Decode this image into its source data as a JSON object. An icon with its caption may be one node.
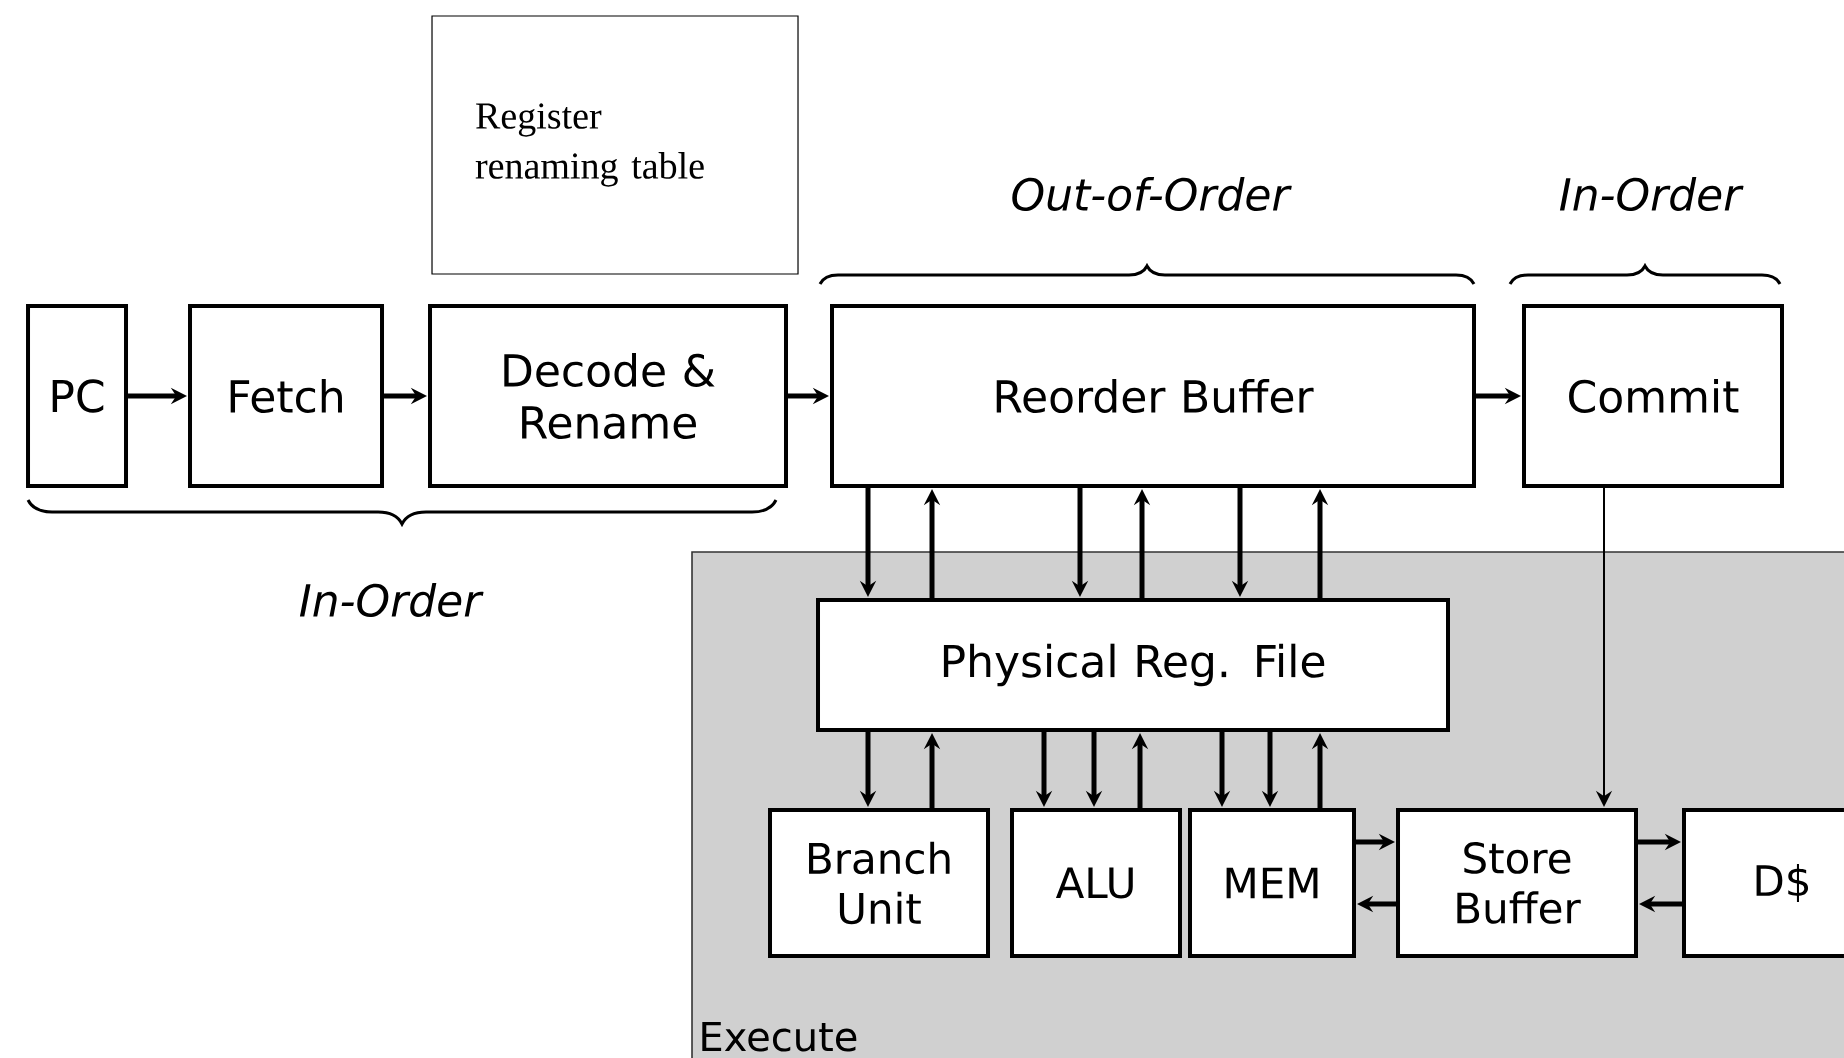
{
  "diagram": {
    "nodes": [
      {
        "text": [
          "Register renaming table"
        ]
      },
      {
        "text": [
          "PC"
        ]
      },
      {
        "text": [
          "Fetch"
        ]
      },
      {
        "text": [
          "Decode & Rename"
        ]
      },
      {
        "text": [
          "Reorder Buffer"
        ]
      },
      {
        "text": [
          "Commit"
        ]
      },
      {
        "text": [
          "Execute"
        ]
      },
      {
        "text": [
          "Physical Reg. File"
        ],
        "in": 6
      },
      {
        "text": [
          "Branch Unit"
        ],
        "in": 6
      },
      {
        "text": [
          "ALU"
        ],
        "in": 6
      },
      {
        "text": [
          "MEM"
        ],
        "in": 6
      },
      {
        "text": [
          "Store Buffer"
        ],
        "in": 6
      },
      {
        "text": [
          "D$"
        ],
        "in": 6
      }
    ],
    "edges": [
      {
        "from": 1,
        "to": 2,
        "arrow": "to"
      },
      {
        "from": 2,
        "to": 3,
        "arrow": "to"
      },
      {
        "from": 3,
        "to": 4,
        "arrow": "to"
      },
      {
        "from": 4,
        "to": 5,
        "arrow": "to"
      },
      {
        "from": 4,
        "to": 7,
        "arrow": "to"
      },
      {
        "from": 7,
        "to": 4,
        "arrow": "to"
      },
      {
        "from": 4,
        "to": 7,
        "arrow": "to"
      },
      {
        "from": 7,
        "to": 4,
        "arrow": "to"
      },
      {
        "from": 4,
        "to": 7,
        "arrow": "to"
      },
      {
        "from": 7,
        "to": 4,
        "arrow": "to"
      },
      {
        "from": 7,
        "to": 8,
        "arrow": "to"
      },
      {
        "from": 8,
        "to": 7,
        "arrow": "to"
      },
      {
        "from": 7,
        "to": 9,
        "arrow": "to"
      },
      {
        "from": 7,
        "to": 9,
        "arrow": "to"
      },
      {
        "from": 9,
        "to": 7,
        "arrow": "to"
      },
      {
        "from": 7,
        "to": 10,
        "arrow": "to"
      },
      {
        "from": 7,
        "to": 10,
        "arrow": "to"
      },
      {
        "from": 10,
        "to": 7,
        "arrow": "to"
      },
      {
        "from": 5,
        "to": 11,
        "arrow": "to"
      },
      {
        "from": 10,
        "to": 11,
        "arrow": "to"
      },
      {
        "from": 11,
        "to": 10,
        "arrow": "to"
      },
      {
        "from": 11,
        "to": 12,
        "arrow": "to"
      },
      {
        "from": 12,
        "to": 11,
        "arrow": "to"
      }
    ],
    "labels": [
      "Out-of-Order",
      "In-Order",
      "In-Order"
    ]
  }
}
